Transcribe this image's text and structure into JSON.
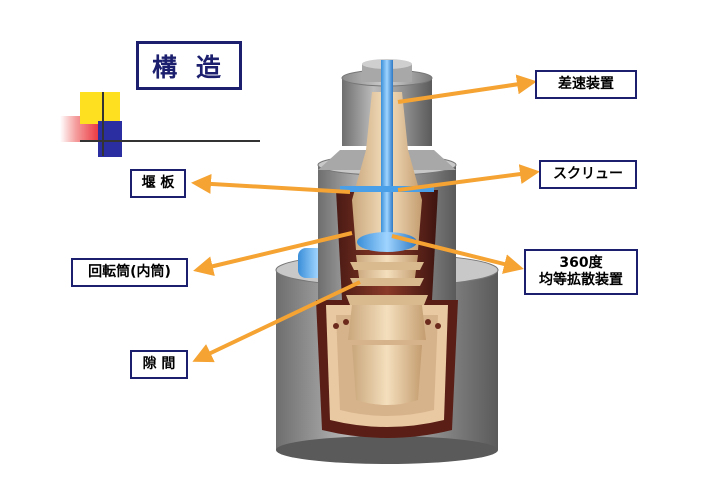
{
  "title": "構 造",
  "labels": {
    "differential": "差速装置",
    "screw": "スクリュー",
    "weir": "堰 板",
    "rotor_line1": "回転筒(内筒)",
    "dist_line1": "360度",
    "dist_line2": "均等拡散装置",
    "gap": "隙 間"
  },
  "colors": {
    "navy": "#1b1f6e",
    "arrow": "#f5a332",
    "accent_yellow": "#ffe020",
    "accent_red": "#e8202a",
    "accent_blue": "#2a2ea0"
  }
}
